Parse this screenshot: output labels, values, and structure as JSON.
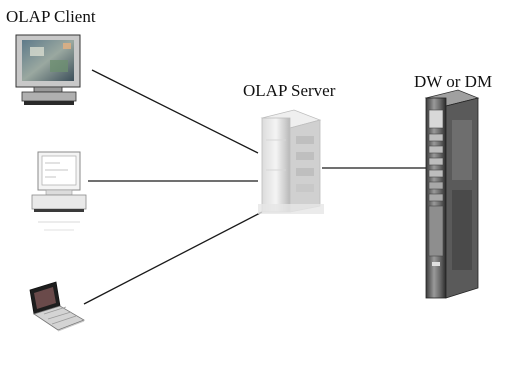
{
  "labels": {
    "client": "OLAP Client",
    "server": "OLAP Server",
    "warehouse": "DW or DM"
  },
  "nodes": [
    {
      "id": "client-monitor",
      "icon": "crt-monitor-icon"
    },
    {
      "id": "client-desktop",
      "icon": "desktop-computer-icon"
    },
    {
      "id": "client-laptop",
      "icon": "laptop-icon"
    },
    {
      "id": "olap-server",
      "icon": "server-icon"
    },
    {
      "id": "data-warehouse",
      "icon": "tower-server-icon"
    }
  ],
  "edges": [
    {
      "from": "client-monitor",
      "to": "olap-server"
    },
    {
      "from": "client-desktop",
      "to": "olap-server"
    },
    {
      "from": "client-laptop",
      "to": "olap-server"
    },
    {
      "from": "olap-server",
      "to": "data-warehouse"
    }
  ],
  "colors": {
    "line": "#1a1a1a",
    "text": "#111111"
  }
}
